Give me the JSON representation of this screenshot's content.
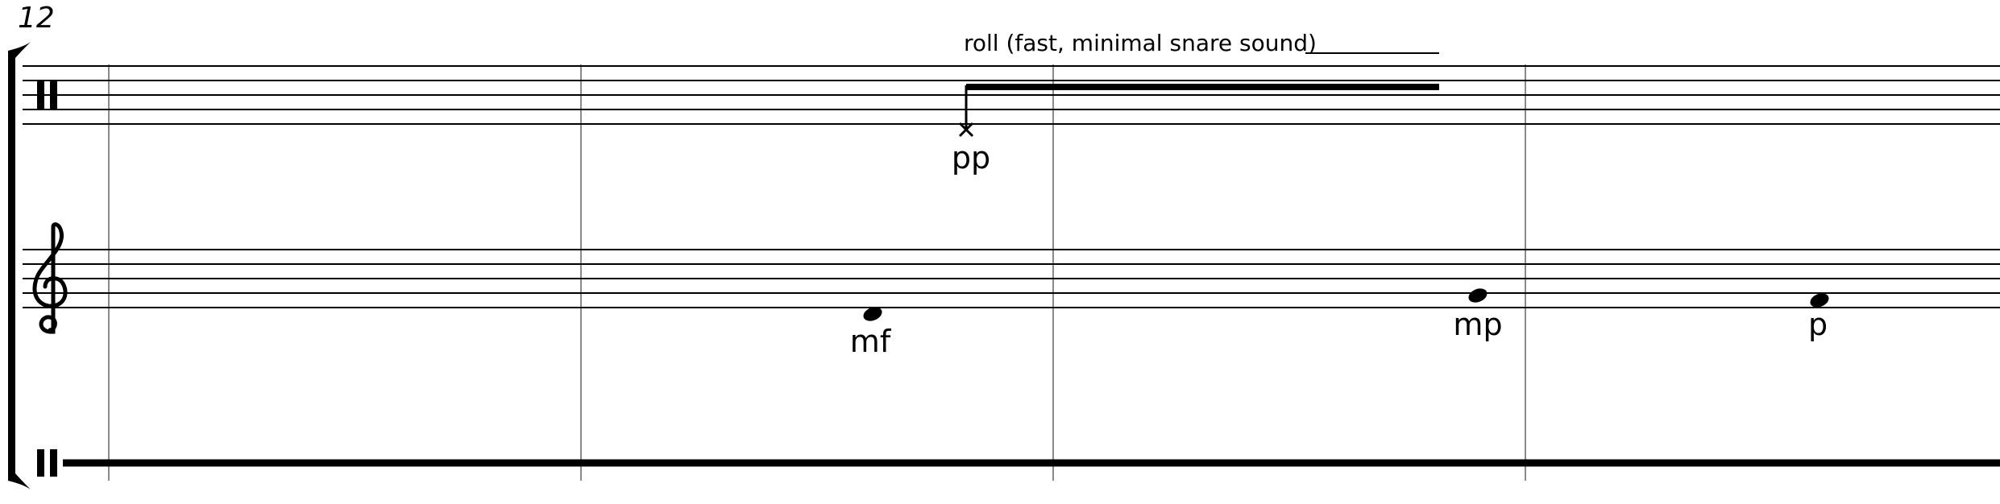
{
  "score": {
    "measure_number": "12",
    "technique_text": "roll (fast, minimal snare sound)",
    "dynamics": [
      "pp",
      "mf",
      "mp",
      "p"
    ],
    "staves": [
      {
        "clef": "percussion-clef",
        "lines": 5
      },
      {
        "clef": "treble-clef",
        "lines": 5
      },
      {
        "clef": "percussion-clef",
        "lines": 1
      }
    ],
    "measures_visible": 4
  }
}
